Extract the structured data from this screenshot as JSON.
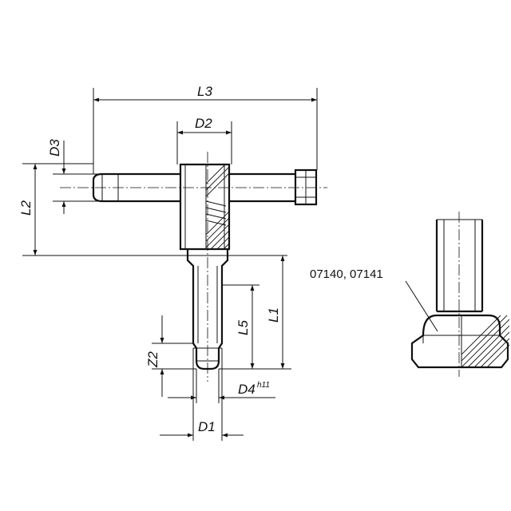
{
  "dimensions": {
    "L3": "L3",
    "D2": "D2",
    "D3": "D3",
    "L2": "L2",
    "L5": "L5",
    "L1": "L1",
    "Z2": "Z2",
    "D4": "D4",
    "D4_tolerance": "h11",
    "D1": "D1"
  },
  "detail_note": "07140, 07141"
}
